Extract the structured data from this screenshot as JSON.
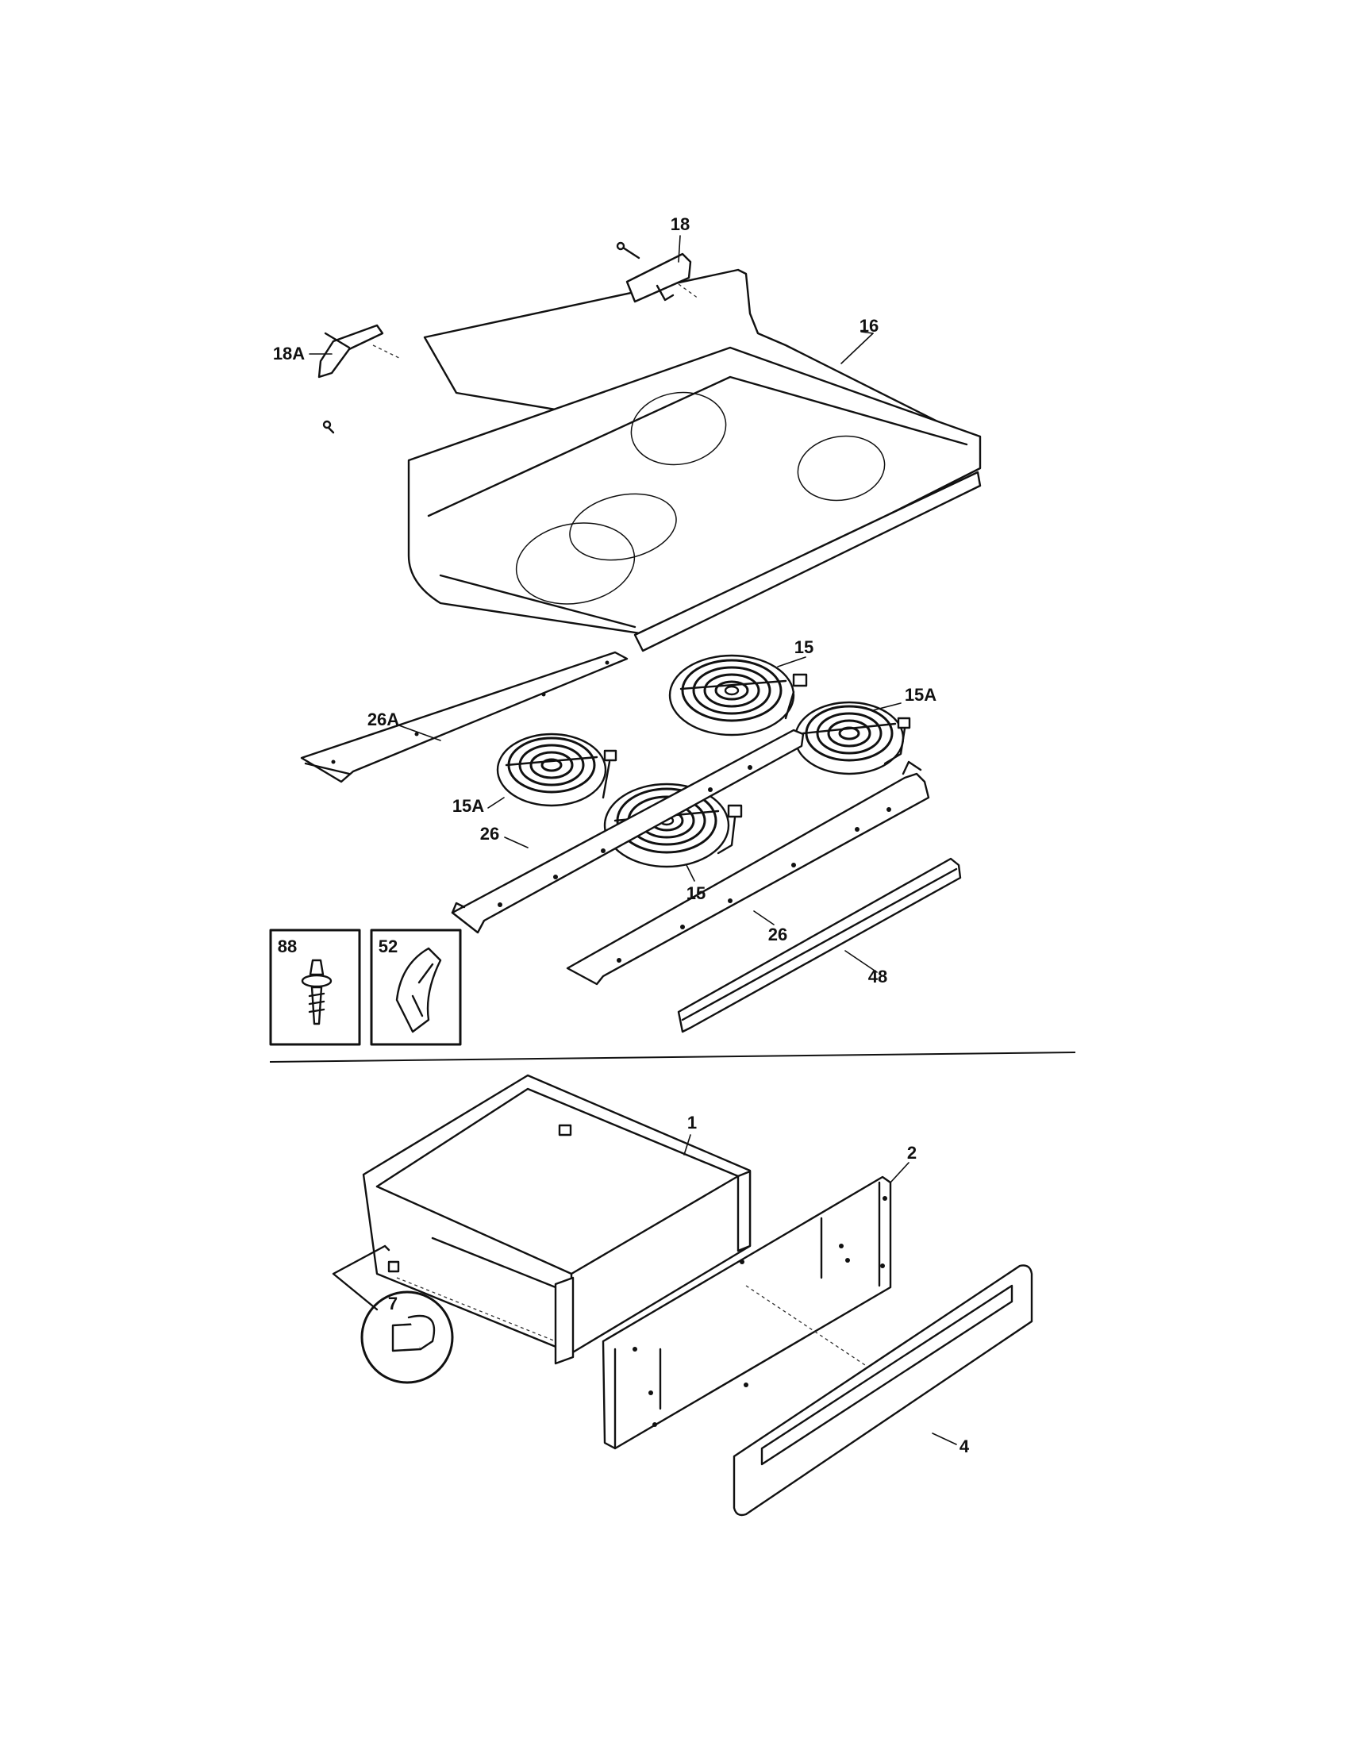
{
  "callouts": {
    "c18": "18",
    "c16": "16",
    "c18a": "18A",
    "c15_top": "15",
    "c15a_right": "15A",
    "c26a": "26A",
    "c15a_left": "15A",
    "c26_left": "26",
    "c15_bottom": "15",
    "c26_right": "26",
    "c48": "48",
    "c88": "88",
    "c52": "52",
    "c1": "1",
    "c2": "2",
    "c7": "7",
    "c4": "4"
  }
}
